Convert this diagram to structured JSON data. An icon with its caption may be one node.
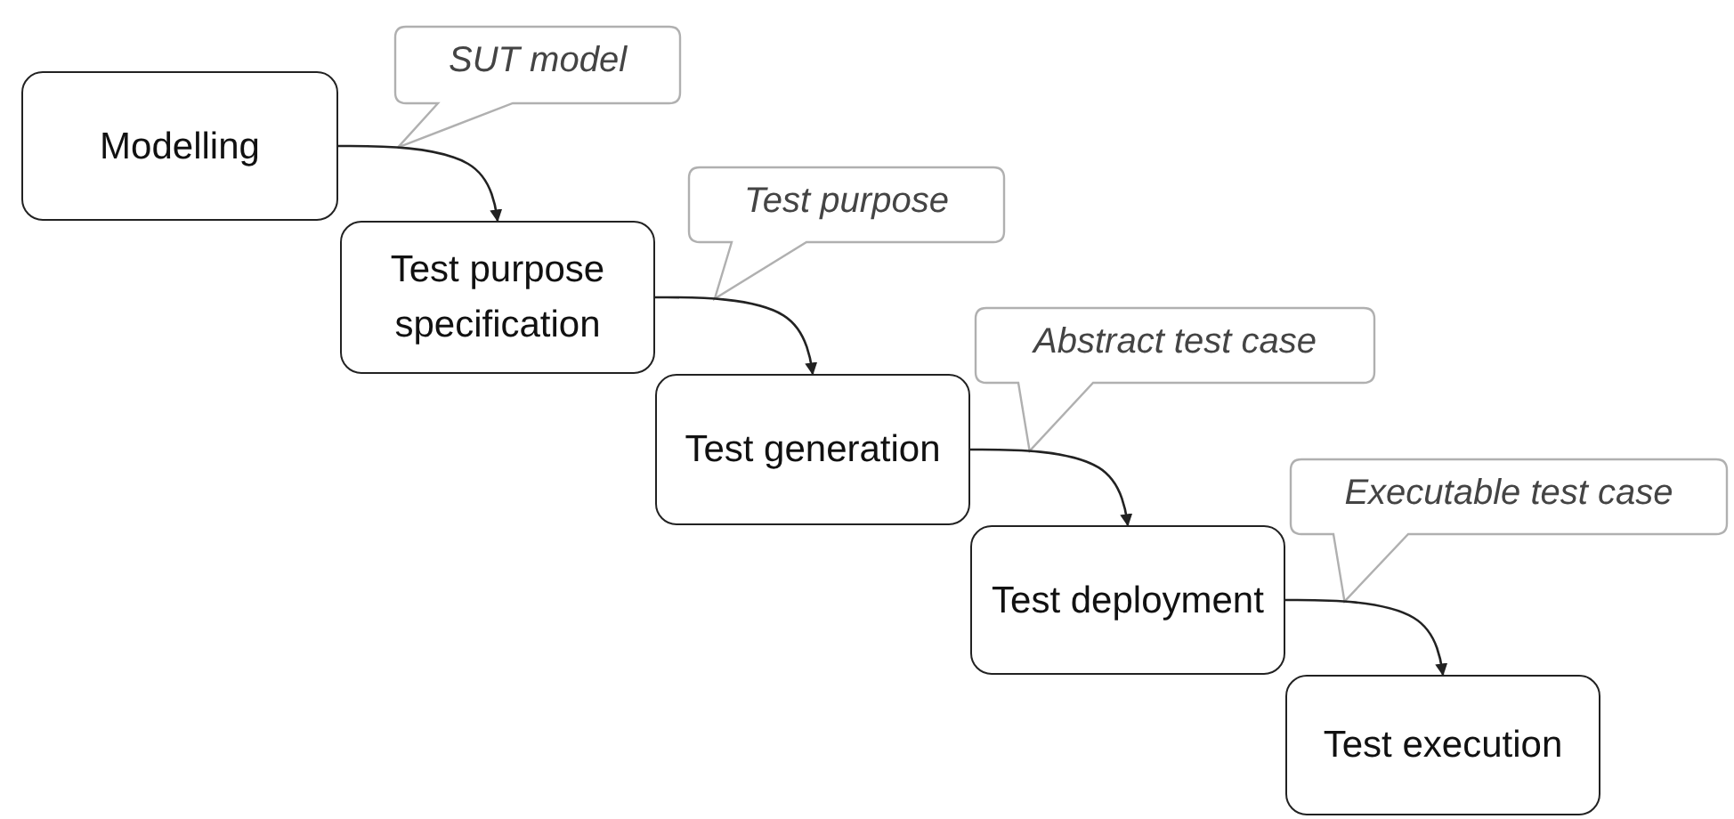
{
  "diagram": {
    "nodes": [
      {
        "text": [
          "Modelling"
        ]
      },
      {
        "text": [
          "Test purpose specification"
        ]
      },
      {
        "text": [
          "Test generation"
        ]
      },
      {
        "text": [
          "Test deployment"
        ]
      },
      {
        "text": [
          "Test execution"
        ]
      }
    ],
    "edges": [
      {
        "from": 0,
        "to": 1,
        "arrow": "to",
        "label": "SUT model"
      },
      {
        "from": 1,
        "to": 2,
        "arrow": "to",
        "label": "Test purpose"
      },
      {
        "from": 2,
        "to": 3,
        "arrow": "to",
        "label": "Abstract test case"
      },
      {
        "from": 3,
        "to": 4,
        "arrow": "to",
        "label": "Executable test case"
      }
    ]
  }
}
